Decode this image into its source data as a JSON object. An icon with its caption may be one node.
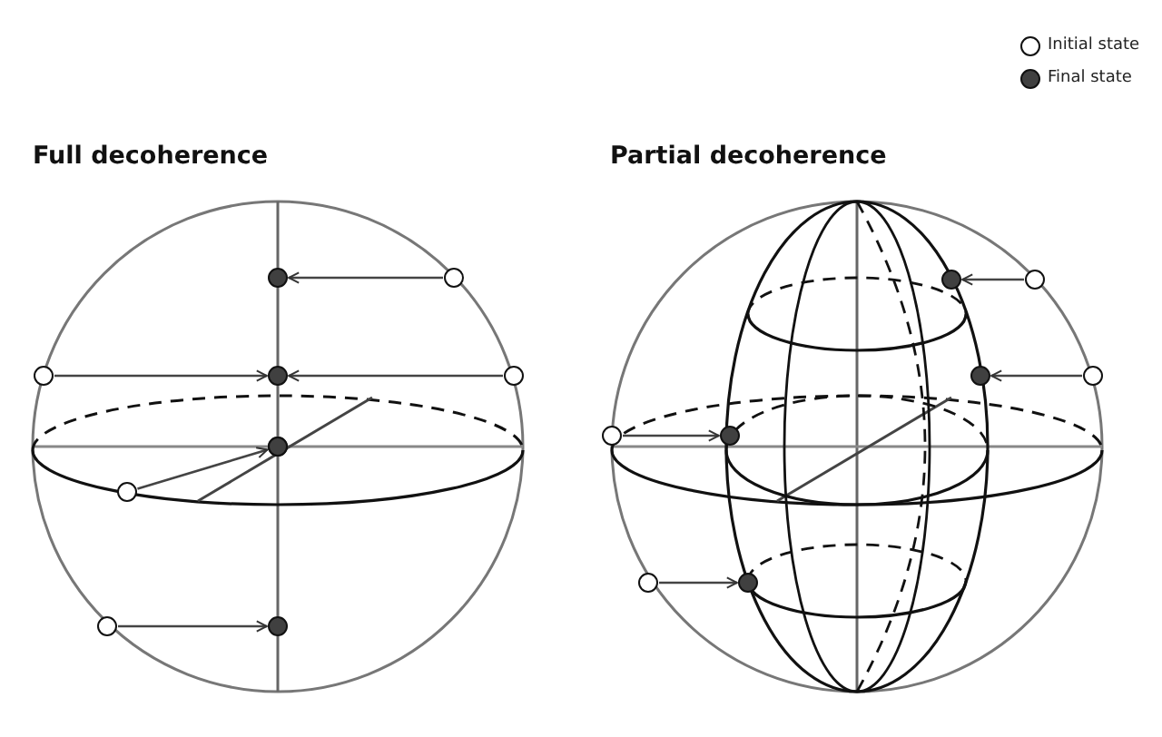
{
  "diagram": {
    "nodes": [
      {
        "text": [],
        "shape": "circle"
      },
      {
        "text": [],
        "shape": "circle"
      },
      {
        "text": [],
        "shape": "circle"
      },
      {
        "text": [],
        "shape": "circle"
      },
      {
        "text": [],
        "shape": "circle"
      },
      {
        "text": [],
        "shape": "circle"
      },
      {
        "text": [],
        "shape": "circle"
      },
      {
        "text": [],
        "shape": "circle"
      },
      {
        "text": [],
        "shape": "circle"
      },
      {
        "text": [],
        "shape": "circle"
      },
      {
        "text": [],
        "shape": "circle"
      },
      {
        "text": [],
        "shape": "circle"
      },
      {
        "text": [],
        "shape": "circle"
      },
      {
        "text": [],
        "shape": "circle"
      },
      {
        "text": [],
        "shape": "circle"
      },
      {
        "text": [],
        "shape": "circle"
      },
      {
        "text": [],
        "shape": "circle"
      },
      {
        "text": [],
        "shape": "circle"
      }
    ],
    "edges": [
      {
        "from": 1,
        "to": 0,
        "arrow": "to"
      },
      {
        "from": 2,
        "to": 3,
        "arrow": "to"
      },
      {
        "from": 4,
        "to": 3,
        "arrow": "to"
      },
      {
        "from": 6,
        "to": 5,
        "arrow": "to"
      },
      {
        "from": 7,
        "to": 8,
        "arrow": "to"
      },
      {
        "from": 10,
        "to": 9,
        "arrow": "to"
      },
      {
        "from": 12,
        "to": 11,
        "arrow": "to"
      },
      {
        "from": 13,
        "to": 14,
        "arrow": "to"
      },
      {
        "from": 15,
        "to": 16,
        "arrow": "to"
      }
    ],
    "labels": [
      "Full decoherence",
      "Partial decoherence"
    ],
    "legend": [
      {
        "text": "Initial state",
        "color": "#ffffff"
      },
      {
        "text": "Final state",
        "color": "#404040"
      }
    ]
  }
}
